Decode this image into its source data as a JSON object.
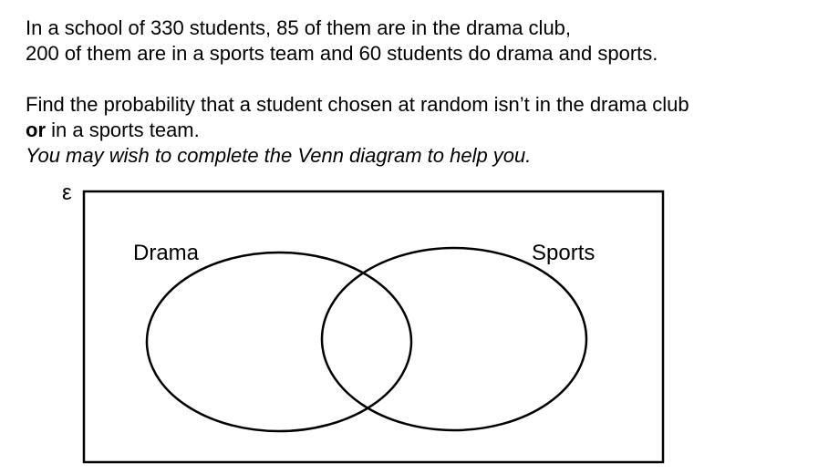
{
  "question": {
    "line1": "In a school of 330 students, 85 of them are in the drama club,",
    "line2": "200 of them are in a sports team and 60 students do drama and sports.",
    "line3": "Find the probability that a student chosen at random isn’t in the drama club",
    "line4_bold": "or",
    "line4_rest": " in a sports team.",
    "hint": "You may wish to complete the Venn diagram to help you."
  },
  "venn": {
    "universal_symbol": "ε",
    "set_a_label": "Drama",
    "set_b_label": "Sports"
  }
}
